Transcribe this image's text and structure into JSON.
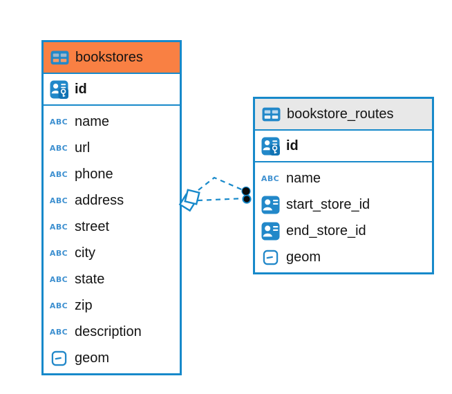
{
  "diagram": {
    "background_color": "#ffffff",
    "accent_color": "#1789ca",
    "icons": {
      "text_type_glyph": "ABC"
    },
    "tables": [
      {
        "name": "bookstores",
        "header_color": "#f98043",
        "primary_key": {
          "name": "id",
          "type": "primary-key"
        },
        "columns": [
          {
            "name": "name",
            "type": "text"
          },
          {
            "name": "url",
            "type": "text"
          },
          {
            "name": "phone",
            "type": "text"
          },
          {
            "name": "address",
            "type": "text"
          },
          {
            "name": "street",
            "type": "text"
          },
          {
            "name": "city",
            "type": "text"
          },
          {
            "name": "state",
            "type": "text"
          },
          {
            "name": "zip",
            "type": "text"
          },
          {
            "name": "description",
            "type": "text"
          },
          {
            "name": "geom",
            "type": "geometry"
          }
        ]
      },
      {
        "name": "bookstore_routes",
        "header_color": "#e8e8e8",
        "primary_key": {
          "name": "id",
          "type": "primary-key"
        },
        "columns": [
          {
            "name": "name",
            "type": "text"
          },
          {
            "name": "start_store_id",
            "type": "reference"
          },
          {
            "name": "end_store_id",
            "type": "reference"
          },
          {
            "name": "geom",
            "type": "geometry"
          }
        ]
      }
    ],
    "relationships": [
      {
        "from": "bookstores",
        "to": "bookstore_routes",
        "line_style": "dashed",
        "line_color": "#1789ca",
        "source_marker": "diamond",
        "target_marker": "black-dot"
      },
      {
        "from": "bookstores",
        "to": "bookstore_routes",
        "line_style": "dashed",
        "line_color": "#1789ca",
        "source_marker": "diamond",
        "target_marker": "black-dot"
      }
    ]
  }
}
